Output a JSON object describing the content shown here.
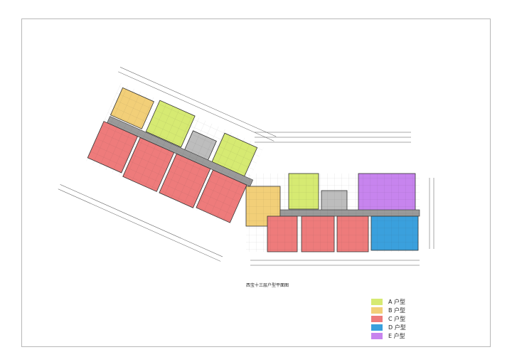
{
  "drawing": {
    "caption": "西宝十三层户型平面图"
  },
  "legend": {
    "items": [
      {
        "label": "A 户型",
        "color": "#d6ea72"
      },
      {
        "label": "B 户型",
        "color": "#f2cf78"
      },
      {
        "label": "C 户型",
        "color": "#ee7b7b"
      },
      {
        "label": "D 户型",
        "color": "#3aa0dd"
      },
      {
        "label": "E 户型",
        "color": "#c784ee"
      }
    ]
  },
  "colors": {
    "core": "#bdbdbd",
    "corridor": "#9a9a9a",
    "wall": "#333333"
  }
}
